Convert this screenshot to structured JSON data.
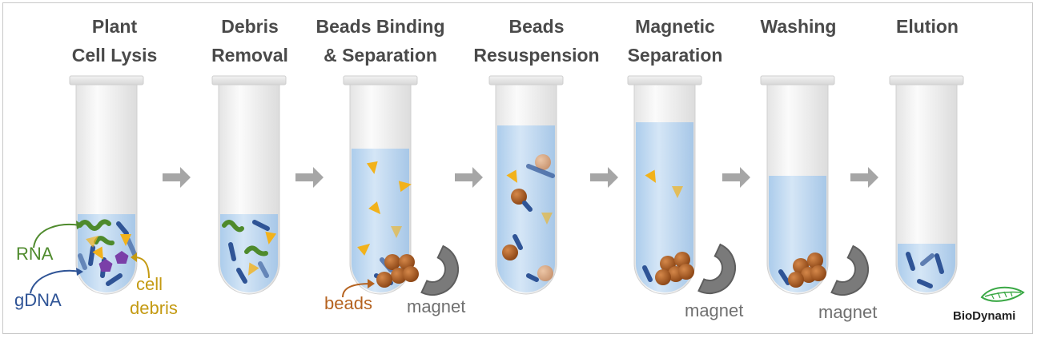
{
  "steps": [
    {
      "line1": "Plant",
      "line2": "Cell Lysis"
    },
    {
      "line1": "Debris",
      "line2": "Removal"
    },
    {
      "line1": "Beads Binding",
      "line2": "& Separation"
    },
    {
      "line1": "Beads",
      "line2": "Resuspension"
    },
    {
      "line1": "Magnetic",
      "line2": "Separation"
    },
    {
      "line1": "",
      "line2": "Washing"
    },
    {
      "line1": "",
      "line2": "Elution"
    }
  ],
  "labels": {
    "rna": "RNA",
    "gdna": "gDNA",
    "cell_debris_1": "cell",
    "cell_debris_2": "debris",
    "beads": "beads",
    "magnet": "magnet"
  },
  "logo": {
    "text": "BioDynami"
  },
  "colors": {
    "rna": "#4e8a2c",
    "gdna": "#2f5496",
    "debris": "#c49a12",
    "beads": "#b5621f",
    "magnet_label": "#707070",
    "title": "#4a4a4a",
    "arrow": "#a6a6a6",
    "liquid": "#bcd7f0",
    "tube": "#efefef"
  }
}
